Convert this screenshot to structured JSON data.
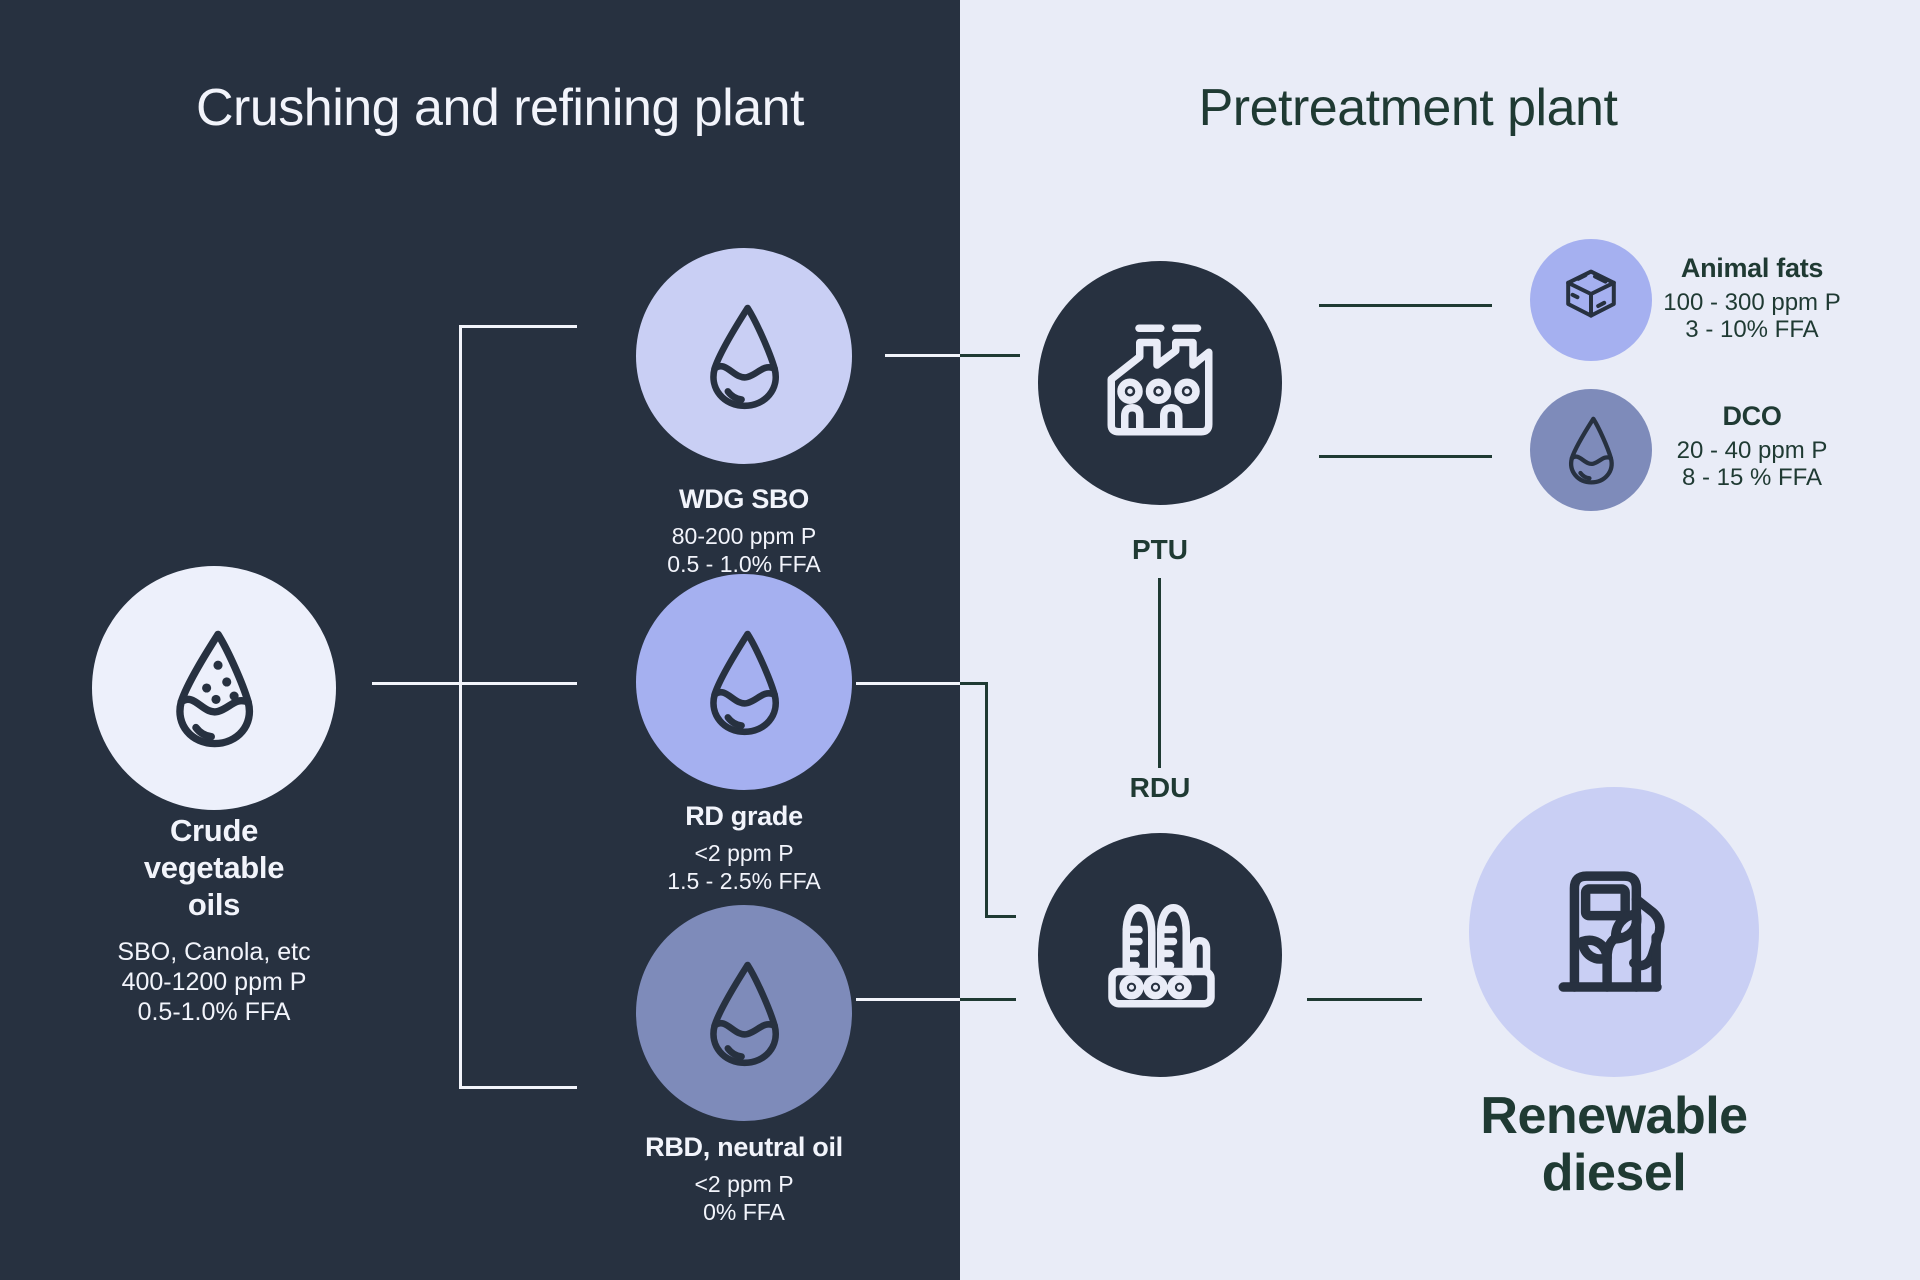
{
  "colors": {
    "dark_panel_bg": "#273140",
    "light_panel_bg": "#e9ecf7",
    "light_text": "#f2f4fb",
    "dark_green_text": "#1f3a33",
    "circle_white": "#edf0fb",
    "circle_light_lavender": "#c9cff4",
    "circle_periwinkle": "#a5b0f0",
    "circle_slate_blue": "#7e8bba",
    "circle_dark_navy": "#273140"
  },
  "panels": {
    "left_title": "Crushing and refining plant",
    "right_title": "Pretreatment plant"
  },
  "nodes": {
    "crude": {
      "icon": "crude-droplet-icon",
      "title": "Crude vegetable oils",
      "line1": "SBO, Canola, etc",
      "line2": "400-1200 ppm P",
      "line3": "0.5-1.0% FFA"
    },
    "wdg": {
      "icon": "droplet-icon",
      "title": "WDG SBO",
      "line1": "80-200 ppm P",
      "line2": "0.5 - 1.0% FFA"
    },
    "rd": {
      "icon": "droplet-icon",
      "title": "RD grade",
      "line1": "<2 ppm P",
      "line2": "1.5 - 2.5% FFA"
    },
    "rbd": {
      "icon": "droplet-icon",
      "title": "RBD, neutral oil",
      "line1": "<2 ppm P",
      "line2": "0% FFA"
    },
    "ptu": {
      "icon": "factory-icon",
      "title": "PTU"
    },
    "rdu": {
      "icon": "refinery-icon",
      "title": "RDU"
    },
    "animal_fats": {
      "icon": "fat-cube-icon",
      "title": "Animal fats",
      "line1": "100 - 300 ppm P",
      "line2": "3 - 10% FFA"
    },
    "dco": {
      "icon": "droplet-icon",
      "title": "DCO",
      "line1": "20 - 40 ppm P",
      "line2": "8 - 15 % FFA"
    },
    "renewable": {
      "icon": "fuel-pump-icon",
      "title": "Renewable diesel"
    }
  }
}
